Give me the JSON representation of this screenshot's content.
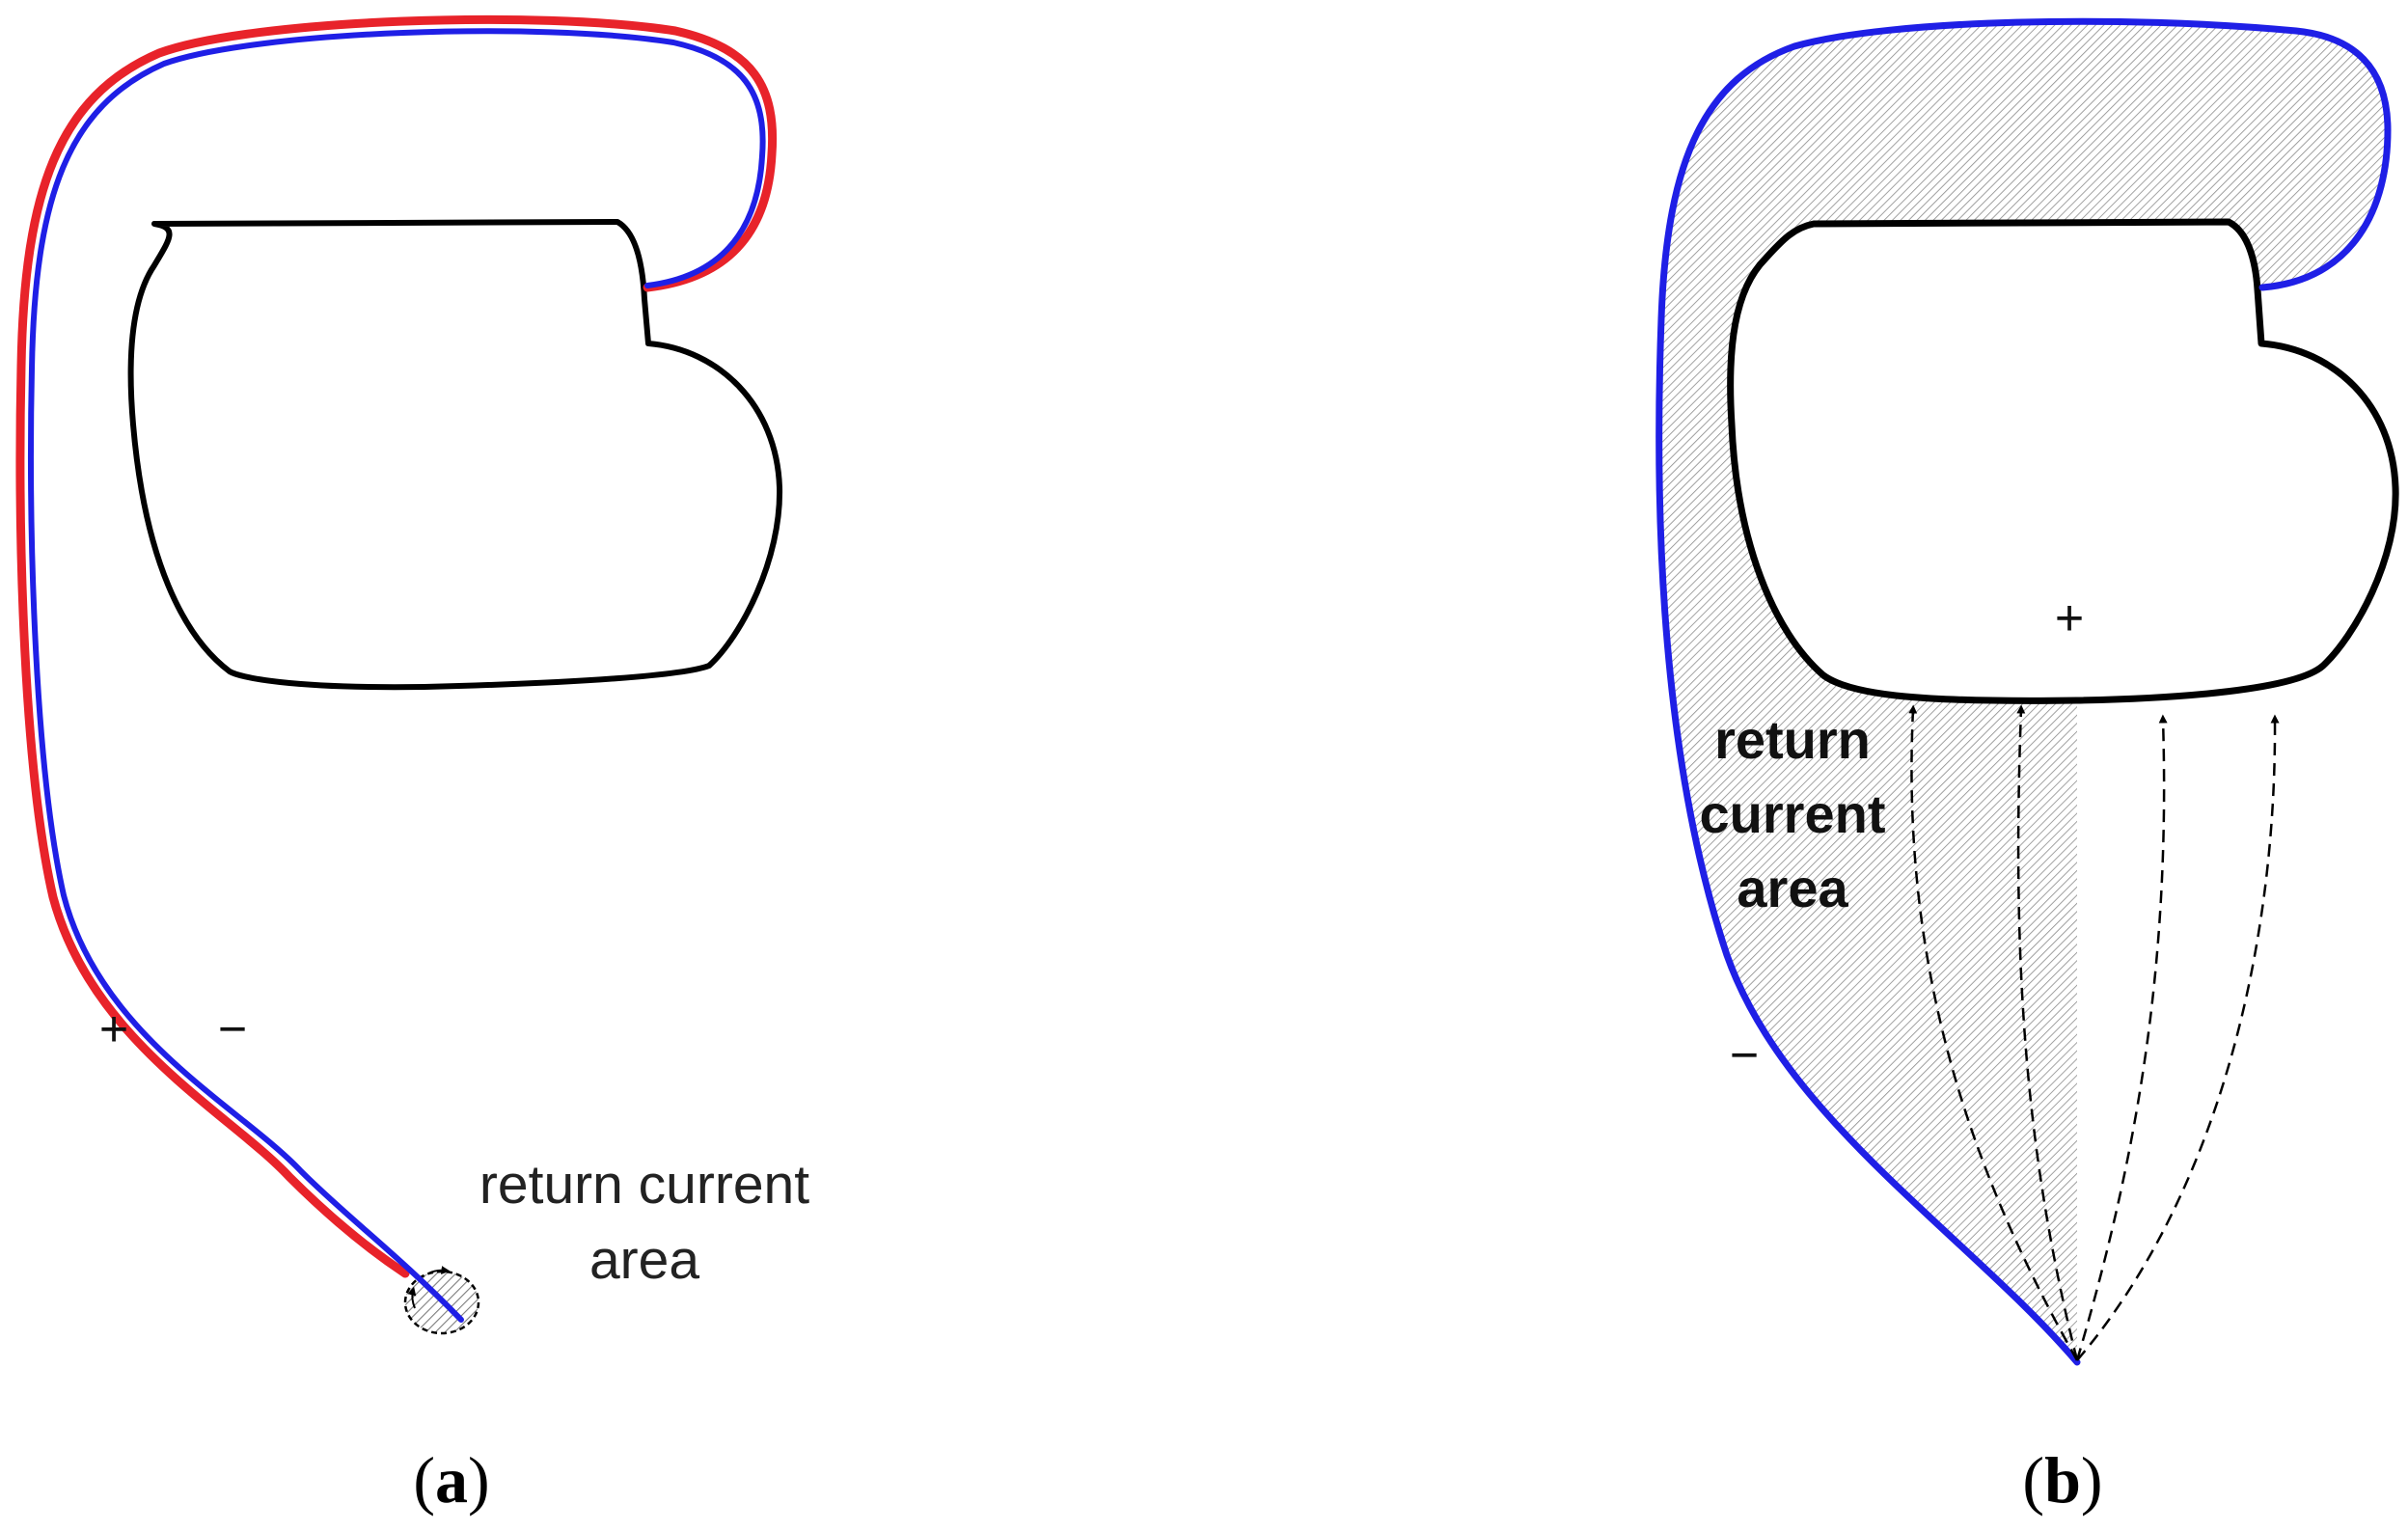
{
  "colors": {
    "positive_lead": "#e8232a",
    "negative_lead": "#1f1fe6",
    "heart_outline": "#000000",
    "hatch": "#8a8a8a",
    "background": "#ffffff"
  },
  "panel_a": {
    "plus": "+",
    "minus": "−",
    "label_line1": "return current",
    "label_line2": "area",
    "caption_open": "(",
    "caption_letter": "a",
    "caption_close": ")"
  },
  "panel_b": {
    "plus": "+",
    "minus": "−",
    "label_line1": "return",
    "label_line2": "current",
    "label_line3": "area",
    "caption_open": "(",
    "caption_letter": "b",
    "caption_close": ")"
  }
}
